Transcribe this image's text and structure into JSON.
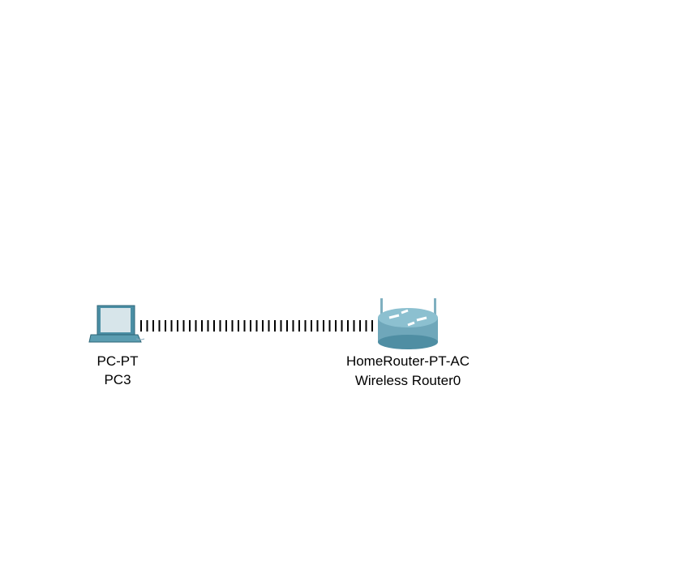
{
  "devices": [
    {
      "model": "PC-PT",
      "name": "PC3",
      "type": "pc"
    },
    {
      "model": "HomeRouter-PT-AC",
      "name": "Wireless Router0",
      "type": "wireless-router"
    }
  ],
  "link": {
    "type": "console",
    "color": "#000000"
  }
}
